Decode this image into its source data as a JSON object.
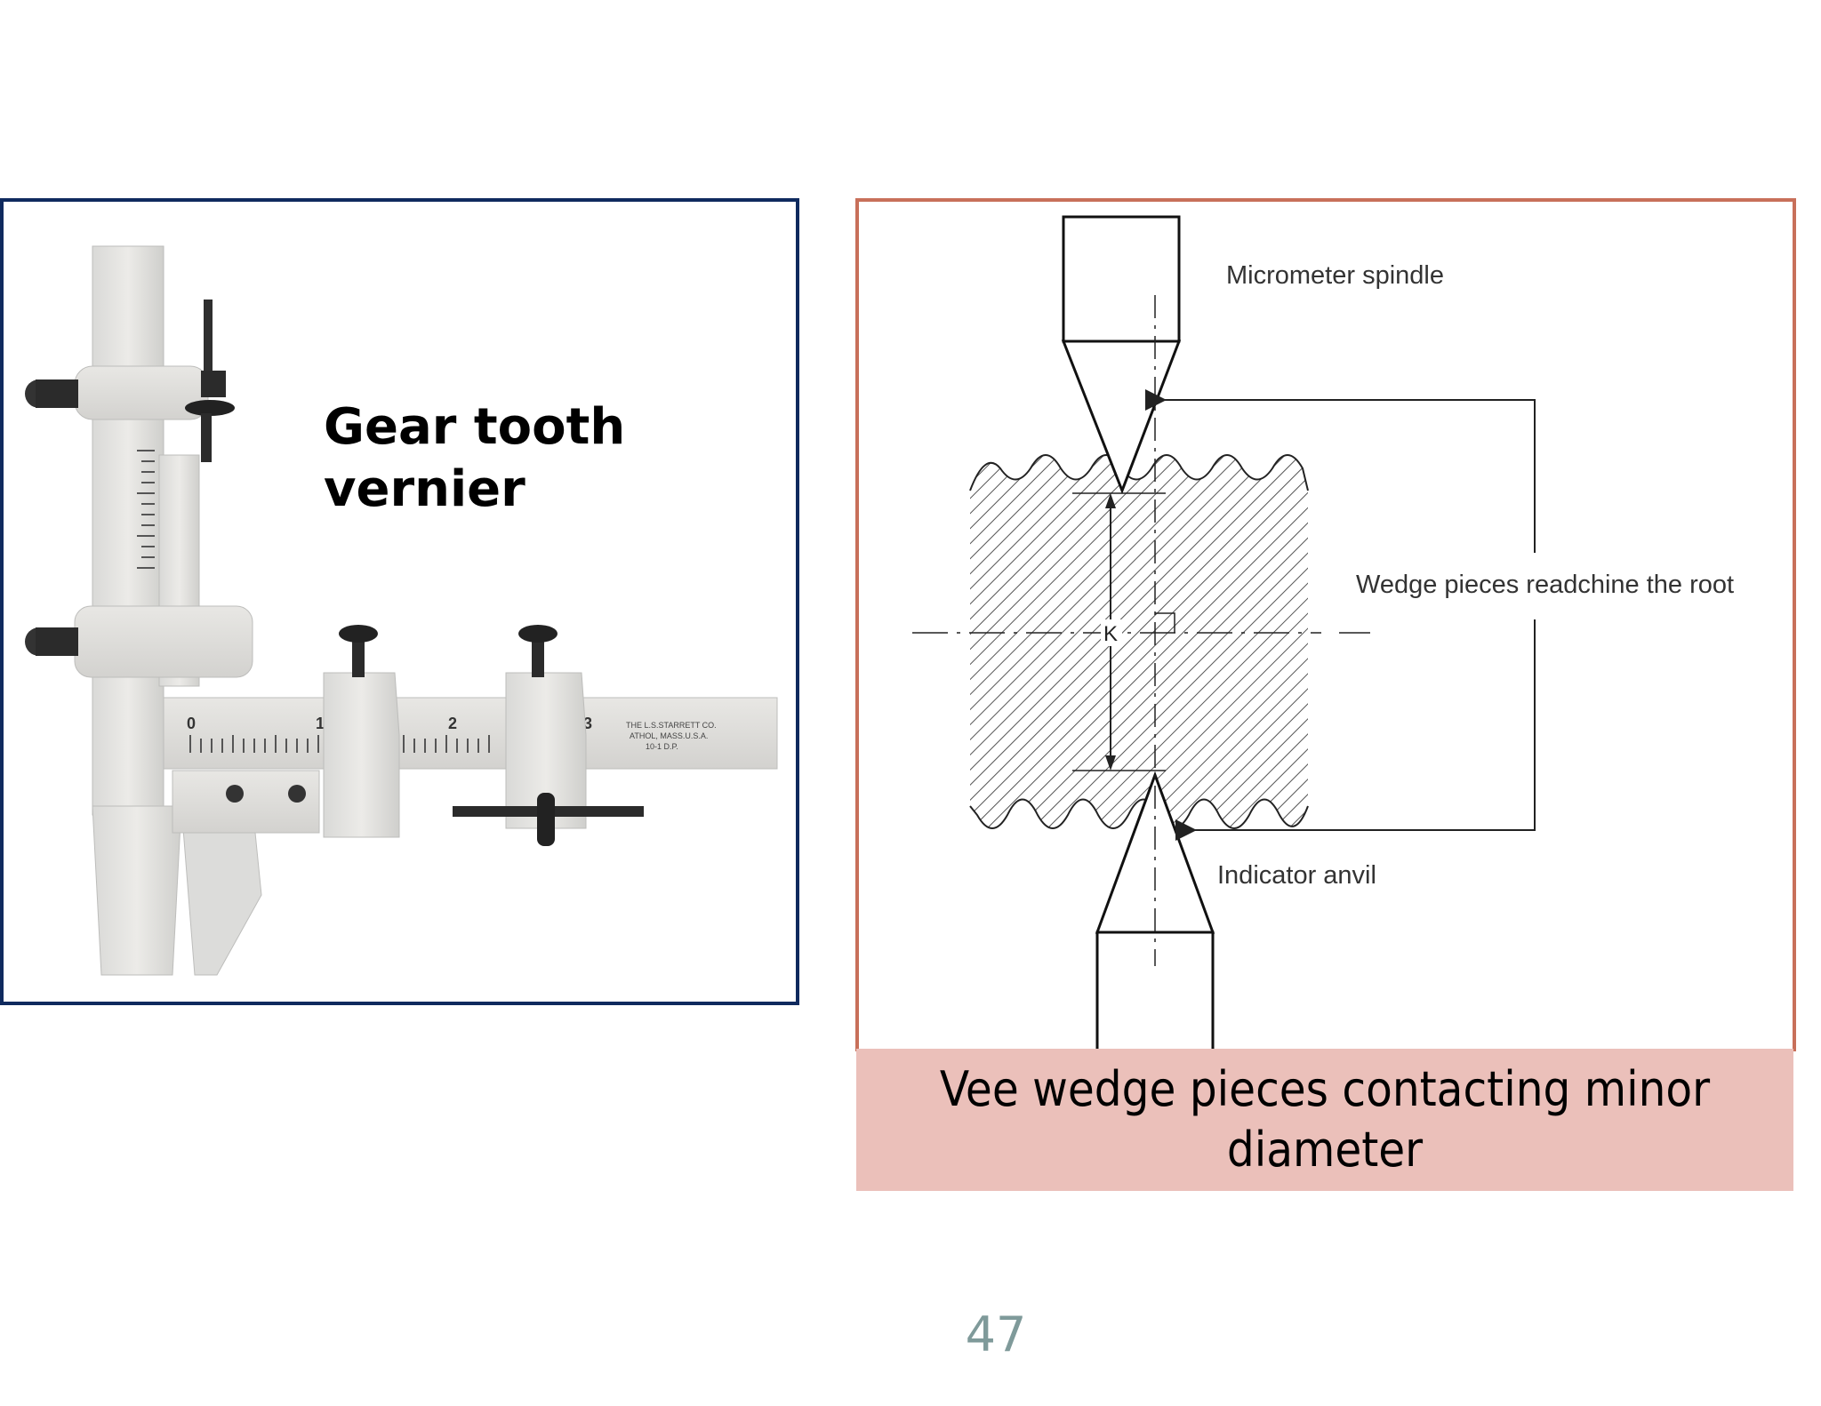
{
  "slide": {
    "gear_label": "Gear tooth vernier",
    "diagram_labels": {
      "micrometer_spindle": "Micrometer spindle",
      "wedge_pieces": "Wedge pieces readchine the root",
      "indicator_anvil": "Indicator anvil",
      "dimension": "K"
    },
    "vernier_engraving": [
      "THE L.S.STARRETT CO.",
      "ATHOL, MASS.U.S.A.",
      "10-1 D.P."
    ],
    "vernier_scale_numbers": [
      "0",
      "1",
      "2",
      "3"
    ],
    "caption": "Vee wedge pieces contacting minor diameter",
    "page_number": "47"
  },
  "colors": {
    "left_border": "#0f2a5e",
    "right_border": "#c8705a",
    "caption_bg": "#ebc0ba",
    "page_number": "#7f9a9a"
  }
}
